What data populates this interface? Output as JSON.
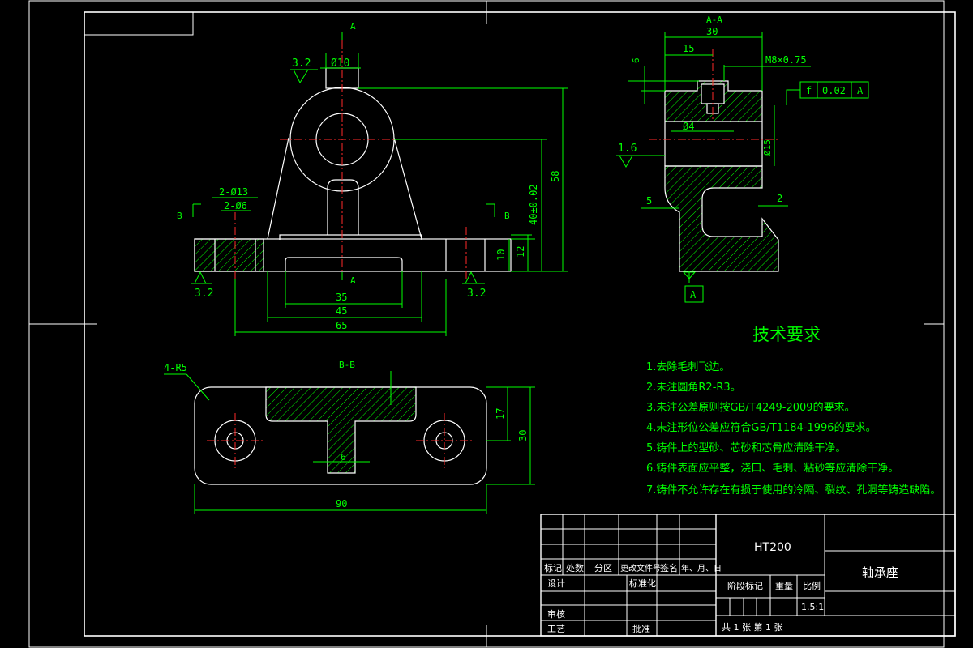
{
  "tech": {
    "title": "技术要求",
    "items": [
      "1.去除毛刺飞边。",
      "2.未注圆角R2-R3。",
      "3.未注公差原则按GB/T4249-2009的要求。",
      "4.未注形位公差应符合GB/T1184-1996的要求。",
      "5.铸件上的型砂、芯砂和芯骨应清除干净。",
      "6.铸件表面应平整，浇口、毛刺、粘砂等应清除干净。",
      "7.铸件不允许存在有损于使用的冷隔、裂纹、孔洞等铸造缺陷。"
    ]
  },
  "front": {
    "section_mark": "A",
    "rough_top": "3.2",
    "dia_top": "Ø10",
    "holes_13": "2-Ø13",
    "holes_6": "2-Ø6",
    "cut_b": "B",
    "rough_left": "3.2",
    "rough_right": "3.2",
    "dim_35": "35",
    "dim_45": "45",
    "dim_65": "65",
    "dim_10": "10",
    "dim_12": "12",
    "dim_40": "40±0.02",
    "dim_58": "58"
  },
  "side": {
    "title": "A-A",
    "dim_30": "30",
    "dim_15": "15",
    "thread": "M8×0.75",
    "dim_6": "6",
    "tol_sym": "f",
    "tol_val": "0.02",
    "tol_ref": "A",
    "dim_d4": "Ø4",
    "dim_d15": "Ø15",
    "rough": "1.6",
    "dim_5": "5",
    "dim_2": "2",
    "datum": "A"
  },
  "bottom": {
    "title": "B-B",
    "radius": "4-R5",
    "dim_6": "6",
    "dim_17": "17",
    "dim_30": "30",
    "dim_90": "90"
  },
  "titleblock": {
    "material": "HT200",
    "part_name": "轴承座",
    "h_mark": "标记",
    "h_count": "处数",
    "h_zone": "分区",
    "h_doc": "更改文件号",
    "h_sign": "签名",
    "h_date": "年、月、日",
    "r_design": "设计",
    "r_std": "标准化",
    "r_review": "审核",
    "r_process": "工艺",
    "r_approve": "批准",
    "stage": "阶段标记",
    "weight": "重量",
    "scale_lbl": "比例",
    "scale": "1.5:1",
    "sheet": "共 1 张 第 1 张"
  }
}
